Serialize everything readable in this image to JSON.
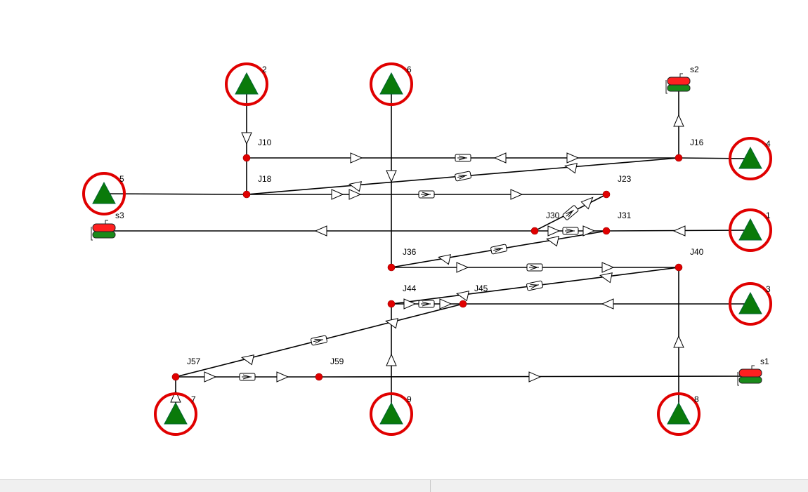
{
  "network": {
    "junctions": [
      {
        "id": "j10",
        "label": "J10"
      },
      {
        "id": "j16",
        "label": "J16"
      },
      {
        "id": "j18",
        "label": "J18"
      },
      {
        "id": "j23",
        "label": "J23"
      },
      {
        "id": "j30",
        "label": "J30"
      },
      {
        "id": "j31",
        "label": "J31"
      },
      {
        "id": "j36",
        "label": "J36"
      },
      {
        "id": "j40",
        "label": "J40"
      },
      {
        "id": "j44",
        "label": "J44"
      },
      {
        "id": "j45",
        "label": "J45"
      },
      {
        "id": "j57",
        "label": "J57"
      },
      {
        "id": "j59",
        "label": "J59"
      }
    ],
    "sources": [
      {
        "id": "t2",
        "label": "2"
      },
      {
        "id": "t6",
        "label": "6"
      },
      {
        "id": "t4",
        "label": "4"
      },
      {
        "id": "t5",
        "label": "5"
      },
      {
        "id": "t1",
        "label": "1"
      },
      {
        "id": "t3",
        "label": "3"
      },
      {
        "id": "t7",
        "label": "7"
      },
      {
        "id": "t9",
        "label": "9"
      },
      {
        "id": "t8",
        "label": "8"
      }
    ],
    "tanks": [
      {
        "id": "s1",
        "label": "s1"
      },
      {
        "id": "s2",
        "label": "s2"
      },
      {
        "id": "s3",
        "label": "s3"
      }
    ]
  },
  "colors": {
    "pipe": "#000000",
    "junction": "#e00000",
    "source_fill": "#0a7a0a",
    "highlight_ring": "#e00000",
    "tank_top": "#ff2020",
    "tank_bottom": "#1a8a1a"
  },
  "icons": {
    "source": "green-triangle-icon",
    "tank": "tank-icon",
    "junction": "red-dot-icon",
    "flow": "flow-arrow-icon",
    "valve": "valve-icon"
  }
}
